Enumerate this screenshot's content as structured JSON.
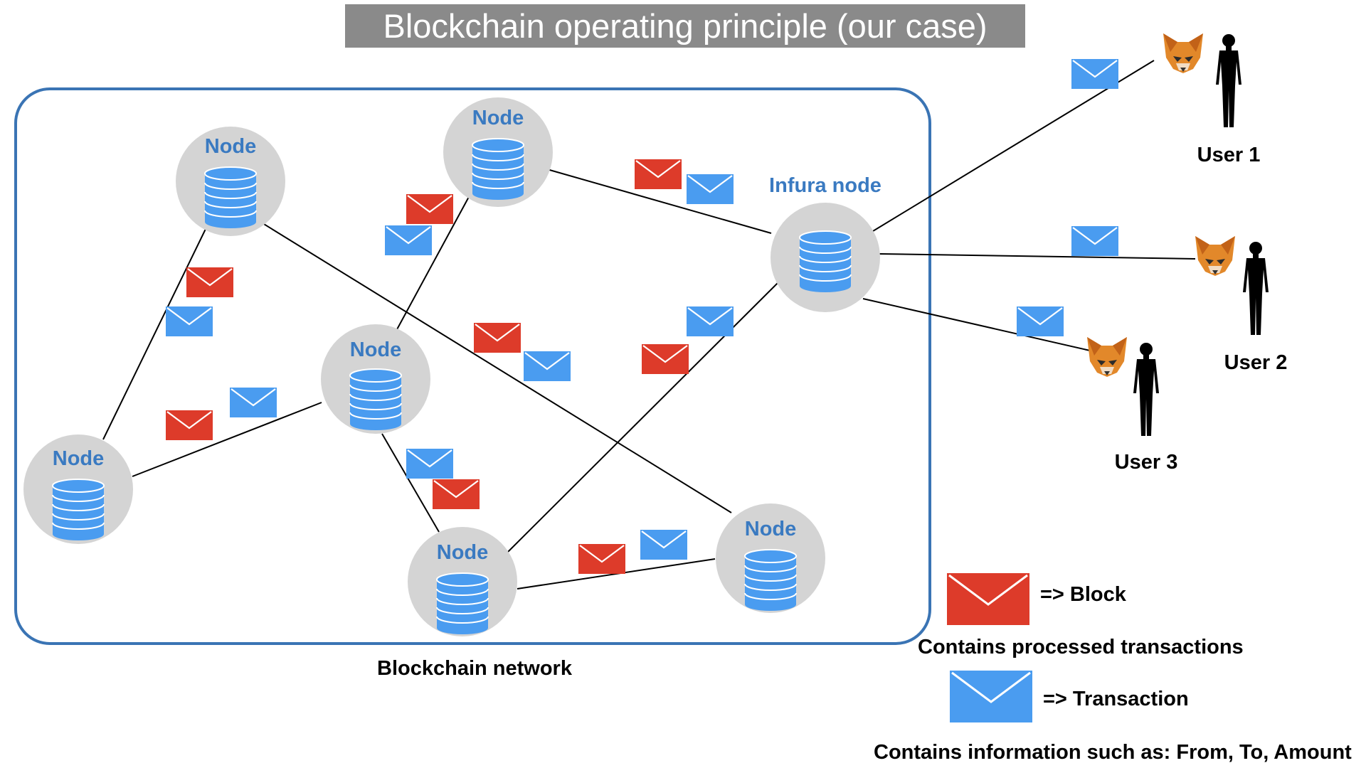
{
  "title": "Blockchain operating principle (our case)",
  "network_label": "Blockchain network",
  "nodes": [
    {
      "id": "n1",
      "label": "Node"
    },
    {
      "id": "n2",
      "label": "Node"
    },
    {
      "id": "n3",
      "label": "Node"
    },
    {
      "id": "n4",
      "label": "Node"
    },
    {
      "id": "n5",
      "label": "Node"
    },
    {
      "id": "n6",
      "label": "Node"
    },
    {
      "id": "infura",
      "label": "Infura node"
    }
  ],
  "users": [
    {
      "id": "u1",
      "label": "User 1"
    },
    {
      "id": "u2",
      "label": "User 2"
    },
    {
      "id": "u3",
      "label": "User 3"
    }
  ],
  "legend": {
    "block_label": "=> Block",
    "block_desc": "Contains processed transactions",
    "transaction_label": "=> Transaction",
    "transaction_desc": "Contains information such as: From, To, Amount"
  },
  "colors": {
    "block": "#dd3b2a",
    "transaction": "#4a9cf0",
    "node_circle": "#d4d4d4",
    "node_text": "#3a7ac1",
    "network_border": "#3a74b4",
    "title_background": "#8a8a8a"
  },
  "icons": {
    "block": "red-envelope-icon",
    "transaction": "blue-envelope-icon",
    "node": "database-stack-icon",
    "wallet": "fox-wallet-icon",
    "user": "person-silhouette-icon"
  }
}
